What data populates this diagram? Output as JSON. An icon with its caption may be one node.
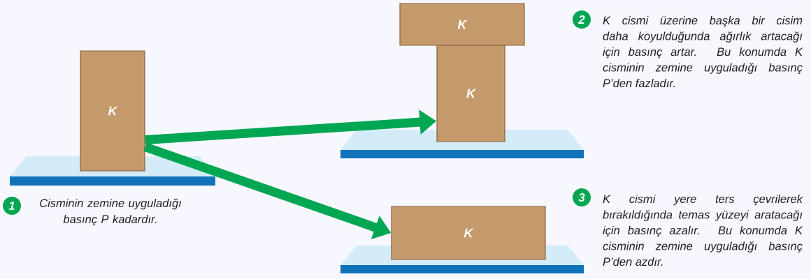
{
  "diagram": {
    "nodes": [
      {
        "text": [
          "K"
        ]
      },
      {
        "text": [
          "K"
        ]
      },
      {
        "text": [
          "K"
        ]
      },
      {
        "text": [
          "K"
        ]
      }
    ],
    "edges": [
      {
        "from": 0,
        "to": 2,
        "arrow": "to"
      },
      {
        "from": 0,
        "to": 3,
        "arrow": "to"
      }
    ],
    "labels": [
      "1",
      "Cisminin zemine uyguladığı basınç P kadardır.",
      "2",
      "K cismi üzerine başka bir cisim daha koyulduğunda ağırlık artacağı için basınç artar. Bu konumda K cisminin zemine uyguladığı basınç P’den fazladır.",
      "3",
      "K cismi yere ters çevrilerek bırakıldığında temas yüzeyi aratacağı için basınç azalır. Bu konumda K cisminin zemine uyguladığı basınç P’den azdır."
    ]
  }
}
